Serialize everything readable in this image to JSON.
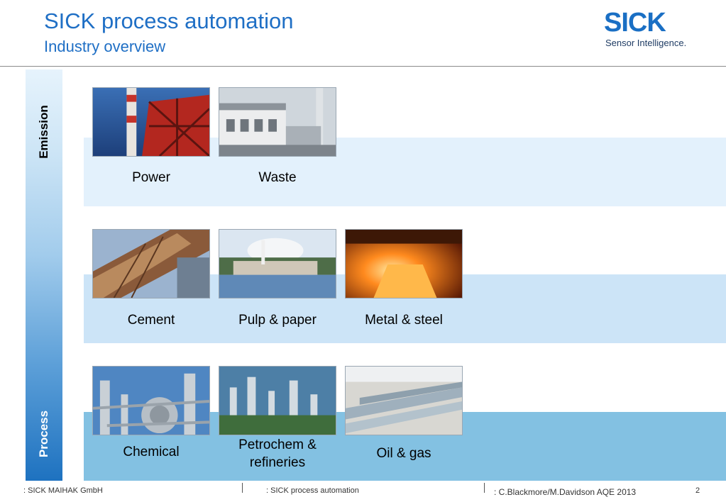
{
  "header": {
    "title": "SICK process automation",
    "subtitle": "Industry overview"
  },
  "logo": {
    "wordmark": "SICK",
    "tagline": "Sensor Intelligence.",
    "color": "#1a6fc4"
  },
  "side_axis": {
    "top_label": "Emission",
    "bottom_label": "Process"
  },
  "rows": [
    {
      "items": [
        {
          "label": "Power"
        },
        {
          "label": "Waste"
        }
      ]
    },
    {
      "items": [
        {
          "label": "Cement"
        },
        {
          "label": "Pulp & paper"
        },
        {
          "label": "Metal & steel"
        }
      ]
    },
    {
      "items": [
        {
          "label": "Chemical"
        },
        {
          "label": "Petrochem & refineries"
        },
        {
          "label": "Oil & gas"
        }
      ]
    }
  ],
  "footer": {
    "company": ": SICK MAIHAK GmbH",
    "topic": ": SICK  process automation",
    "authors": ": C.Blackmore/M.Davidson AQE 2013",
    "page_number": "2"
  },
  "colors": {
    "title_blue": "#1f6fc5",
    "band_emission": "#e3f1fc",
    "band_mid": "#cce4f7",
    "band_process": "#83c1e2"
  }
}
